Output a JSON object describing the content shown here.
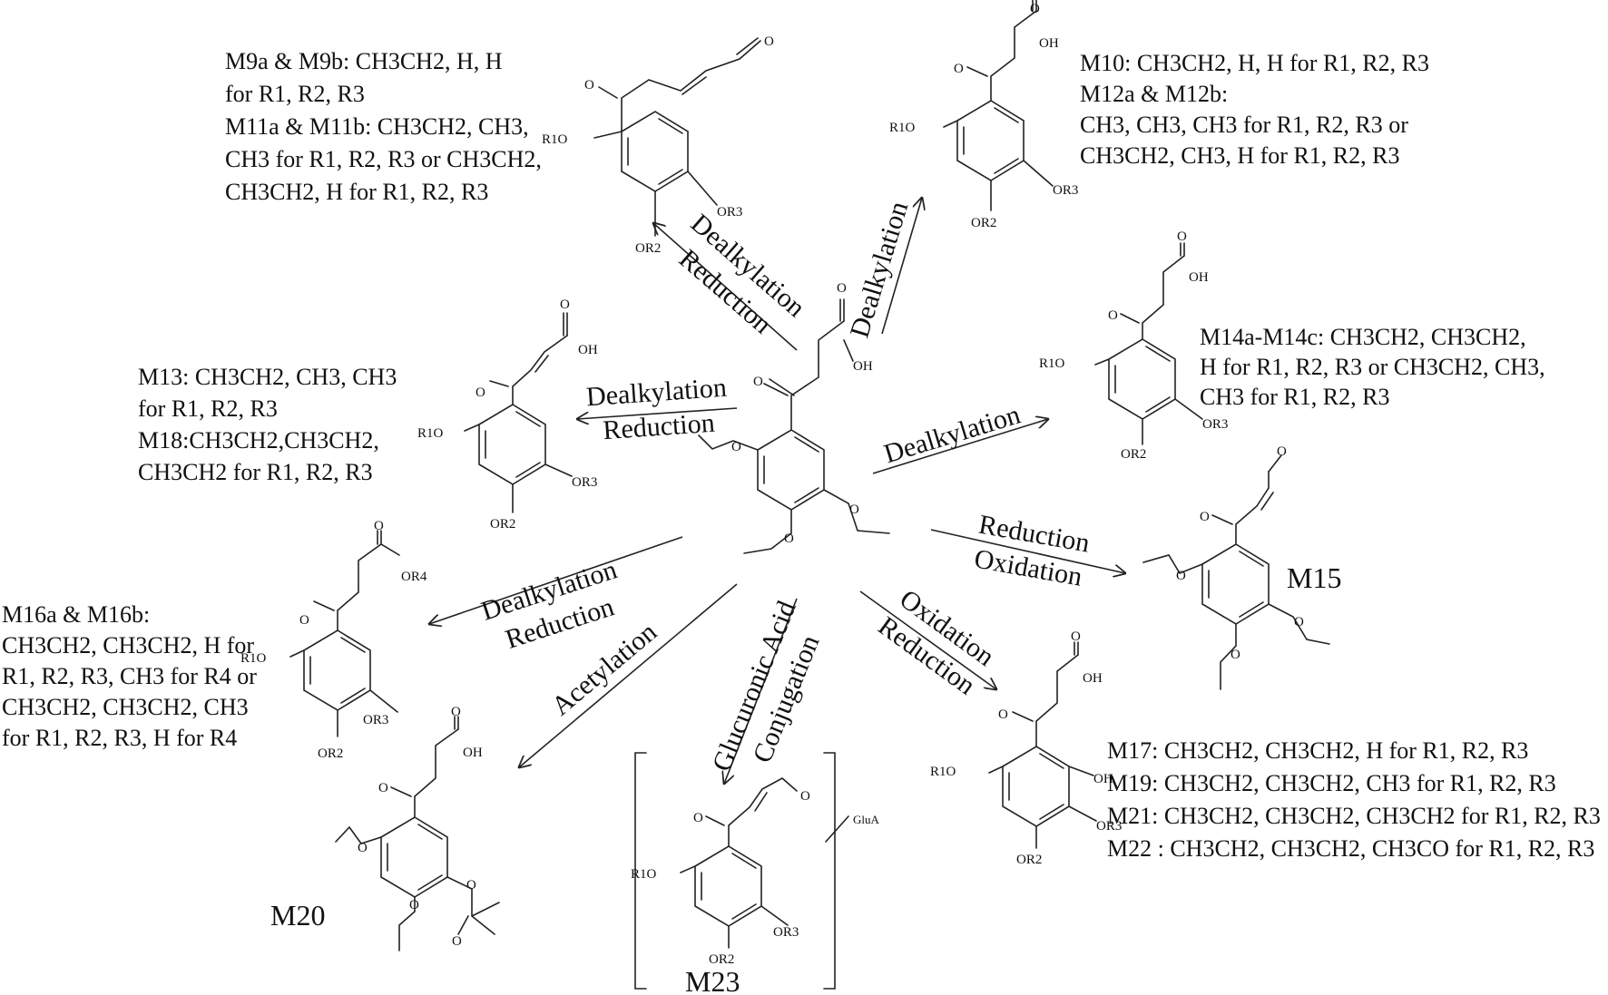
{
  "compound_labels": {
    "m9": [
      "M9a & M9b:  CH3CH2, H, H",
      "for  R1, R2, R3",
      "M11a & M11b: CH3CH2, CH3,",
      "CH3 for R1, R2, R3 or CH3CH2,",
      "CH3CH2, H for R1, R2, R3"
    ],
    "m10": [
      "M10: CH3CH2, H, H for  R1, R2, R3",
      "M12a & M12b:",
      "CH3, CH3, CH3 for R1, R2, R3 or",
      "CH3CH2, CH3, H for R1, R2, R3"
    ],
    "m13": [
      "M13: CH3CH2, CH3, CH3",
      "for  R1, R2, R3",
      "M18:CH3CH2,CH3CH2,",
      "CH3CH2 for  R1, R2, R3"
    ],
    "m14": [
      "M14a-M14c: CH3CH2, CH3CH2,",
      "H for  R1, R2, R3 or CH3CH2, CH3,",
      "CH3 for R1, R2, R3"
    ],
    "m16": [
      "M16a & M16b:",
      "CH3CH2, CH3CH2, H for",
      "R1, R2, R3, CH3 for R4 or",
      "CH3CH2, CH3CH2, CH3",
      "for R1, R2, R3, H for R4"
    ],
    "m17": [
      "M17: CH3CH2, CH3CH2, H for  R1, R2, R3",
      "M19: CH3CH2, CH3CH2, CH3 for  R1, R2, R3",
      "M21: CH3CH2, CH3CH2, CH3CH2 for  R1, R2, R3",
      "M22 : CH3CH2, CH3CH2, CH3CO for  R1, R2, R3"
    ],
    "m15": "M15",
    "m20": "M20",
    "m23": "M23"
  },
  "reactions": {
    "dealkyl_reduction": [
      "Dealkylation",
      "Reduction"
    ],
    "dealkylation": "Dealkylation",
    "reduction_oxidation": [
      "Reduction",
      "Oxidation"
    ],
    "oxidation_reduction": [
      "Oxidation",
      "Reduction"
    ],
    "acetylation": "Acetylation",
    "glucuronic": [
      "Glucuronic Acid",
      "Conjugation"
    ]
  },
  "atoms": {
    "o": "O",
    "oh": "OH",
    "or2": "OR2",
    "or3": "OR3",
    "r1o": "R1O",
    "or4": "OR4",
    "glua": "GluA"
  }
}
